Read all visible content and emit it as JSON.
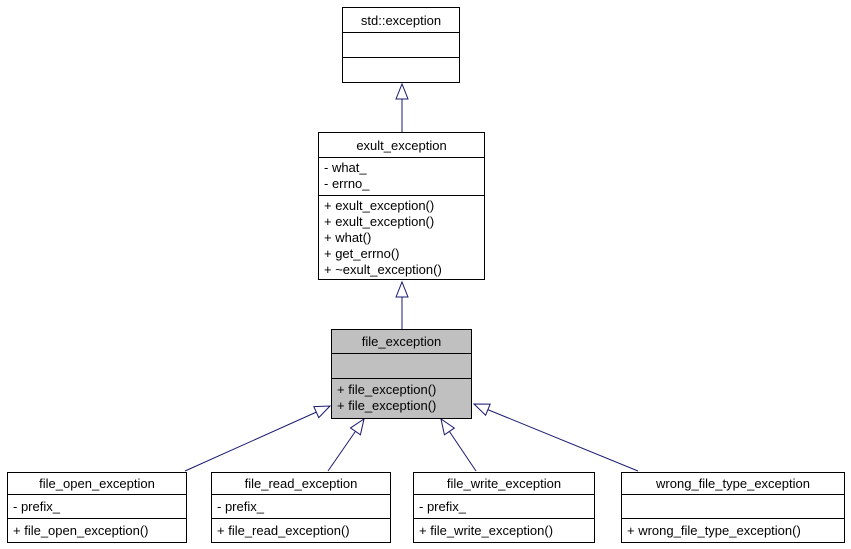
{
  "diagram": {
    "kind": "uml-class-inheritance",
    "classes": [
      {
        "name": "std::exception",
        "attributes": [],
        "methods": [],
        "highlighted": false
      },
      {
        "name": "exult_exception",
        "attributes": [
          "- what_",
          "- errno_"
        ],
        "methods": [
          "+ exult_exception()",
          "+ exult_exception()",
          "+ what()",
          "+ get_errno()",
          "+ ~exult_exception()"
        ],
        "highlighted": false
      },
      {
        "name": "file_exception",
        "attributes": [],
        "methods": [
          "+ file_exception()",
          "+ file_exception()"
        ],
        "highlighted": true
      },
      {
        "name": "file_open_exception",
        "attributes": [
          "- prefix_"
        ],
        "methods": [
          "+ file_open_exception()"
        ],
        "highlighted": false
      },
      {
        "name": "file_read_exception",
        "attributes": [
          "- prefix_"
        ],
        "methods": [
          "+ file_read_exception()"
        ],
        "highlighted": false
      },
      {
        "name": "file_write_exception",
        "attributes": [
          "- prefix_"
        ],
        "methods": [
          "+ file_write_exception()"
        ],
        "highlighted": false
      },
      {
        "name": "wrong_file_type_exception",
        "attributes": [],
        "methods": [
          "+ wrong_file_type_exception()"
        ],
        "highlighted": false
      }
    ],
    "relations": [
      {
        "from": "exult_exception",
        "to": "std::exception",
        "type": "inheritance"
      },
      {
        "from": "file_exception",
        "to": "exult_exception",
        "type": "inheritance"
      },
      {
        "from": "file_open_exception",
        "to": "file_exception",
        "type": "inheritance"
      },
      {
        "from": "file_read_exception",
        "to": "file_exception",
        "type": "inheritance"
      },
      {
        "from": "file_write_exception",
        "to": "file_exception",
        "type": "inheritance"
      },
      {
        "from": "wrong_file_type_exception",
        "to": "file_exception",
        "type": "inheritance"
      }
    ],
    "colors": {
      "box_border": "#000000",
      "box_fill": "#ffffff",
      "highlight_fill": "#c0c0c0",
      "arrow": "#191970",
      "text": "#000000",
      "background": "#ffffff"
    }
  }
}
